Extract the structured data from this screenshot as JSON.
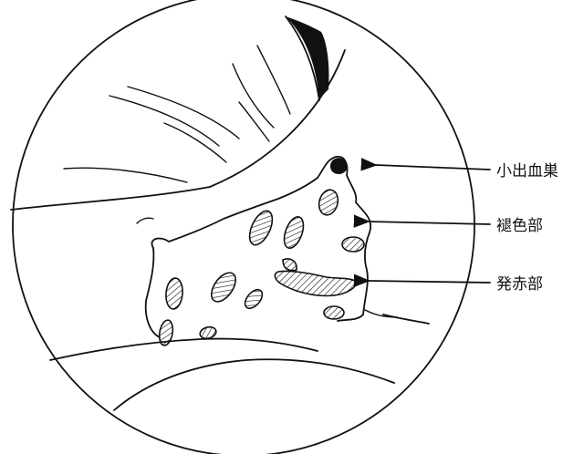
{
  "labels": {
    "hemorrhage": "小出血巣",
    "faded": "褪色部",
    "redness": "発赤部"
  }
}
